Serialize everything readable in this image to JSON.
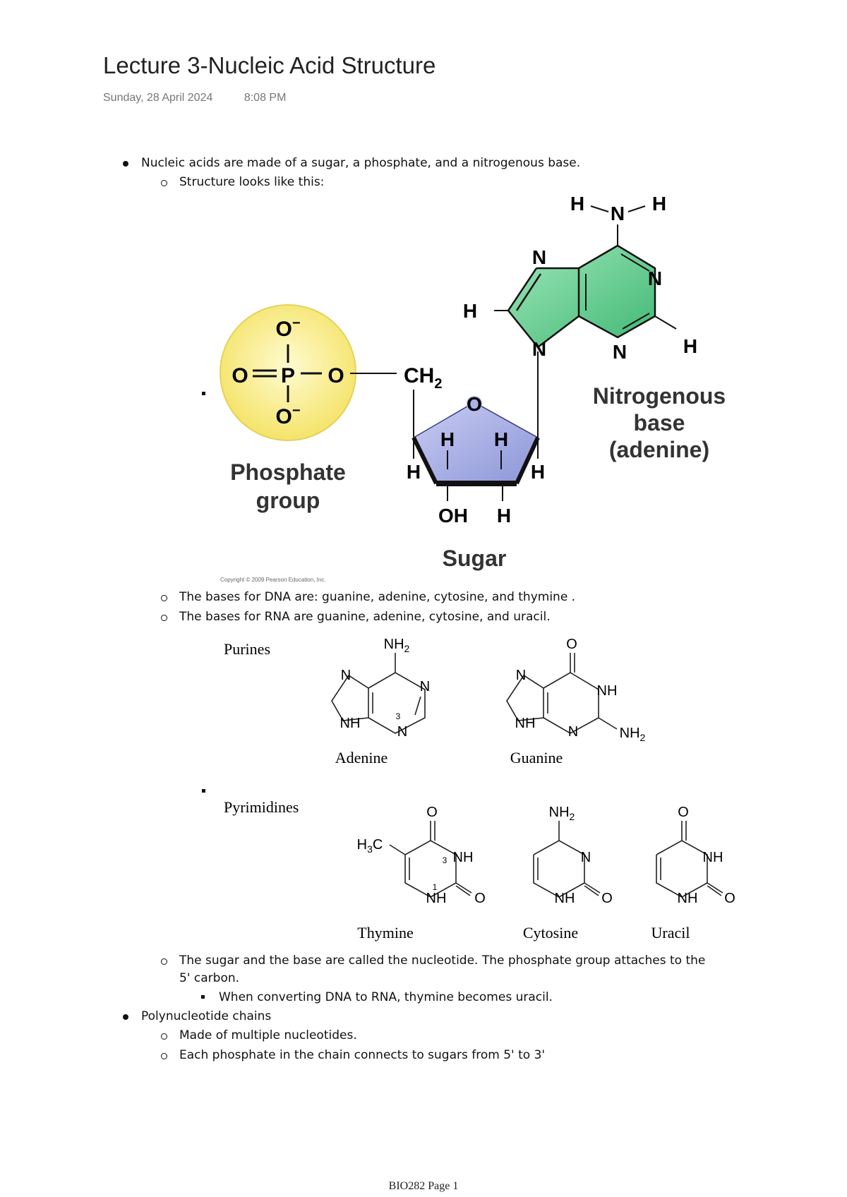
{
  "page": {
    "title": "Lecture 3-Nucleic Acid Structure",
    "date": "Sunday, 28 April 2024",
    "time": "8:08 PM"
  },
  "notes": {
    "b1": "Nucleic acids are made of a sugar, a phosphate, and a nitrogenous base.",
    "b1_1": "Structure looks like this:",
    "b1_2": "The bases for DNA are: guanine, adenine, cytosine, and thymine .",
    "b1_3": "The bases for RNA are guanine, adenine, cytosine, and uracil.",
    "b1_4_line1": "The sugar and the base are called the nucleotide. The phosphate group attaches to the",
    "b1_4_line2": "5' carbon.",
    "b1_4_1": "When converting DNA to RNA, thymine becomes uracil.",
    "b2": "Polynucleotide chains",
    "b2_1": "Made of multiple nucleotides.",
    "b2_2": "Each phosphate in the chain connects to sugars from 5' to 3'"
  },
  "nucleotide_figure": {
    "phosphate_label_1": "Phosphate",
    "phosphate_label_2": "group",
    "sugar_label": "Sugar",
    "base_label_1": "Nitrogenous",
    "base_label_2": "base",
    "base_label_3": "(adenine)",
    "copyright": "Copyright © 2009 Pearson Education, Inc.",
    "colors": {
      "phosphate": "#f7ee8a",
      "sugar": "#a9b0e3",
      "base": "#6fcf97"
    }
  },
  "bases_figure": {
    "purines_label": "Purines",
    "pyrimidines_label": "Pyrimidines",
    "adenine": "Adenine",
    "guanine": "Guanine",
    "thymine": "Thymine",
    "cytosine": "Cytosine",
    "uracil": "Uracil"
  },
  "footer": {
    "page_label": "BIO282 Page 1"
  }
}
